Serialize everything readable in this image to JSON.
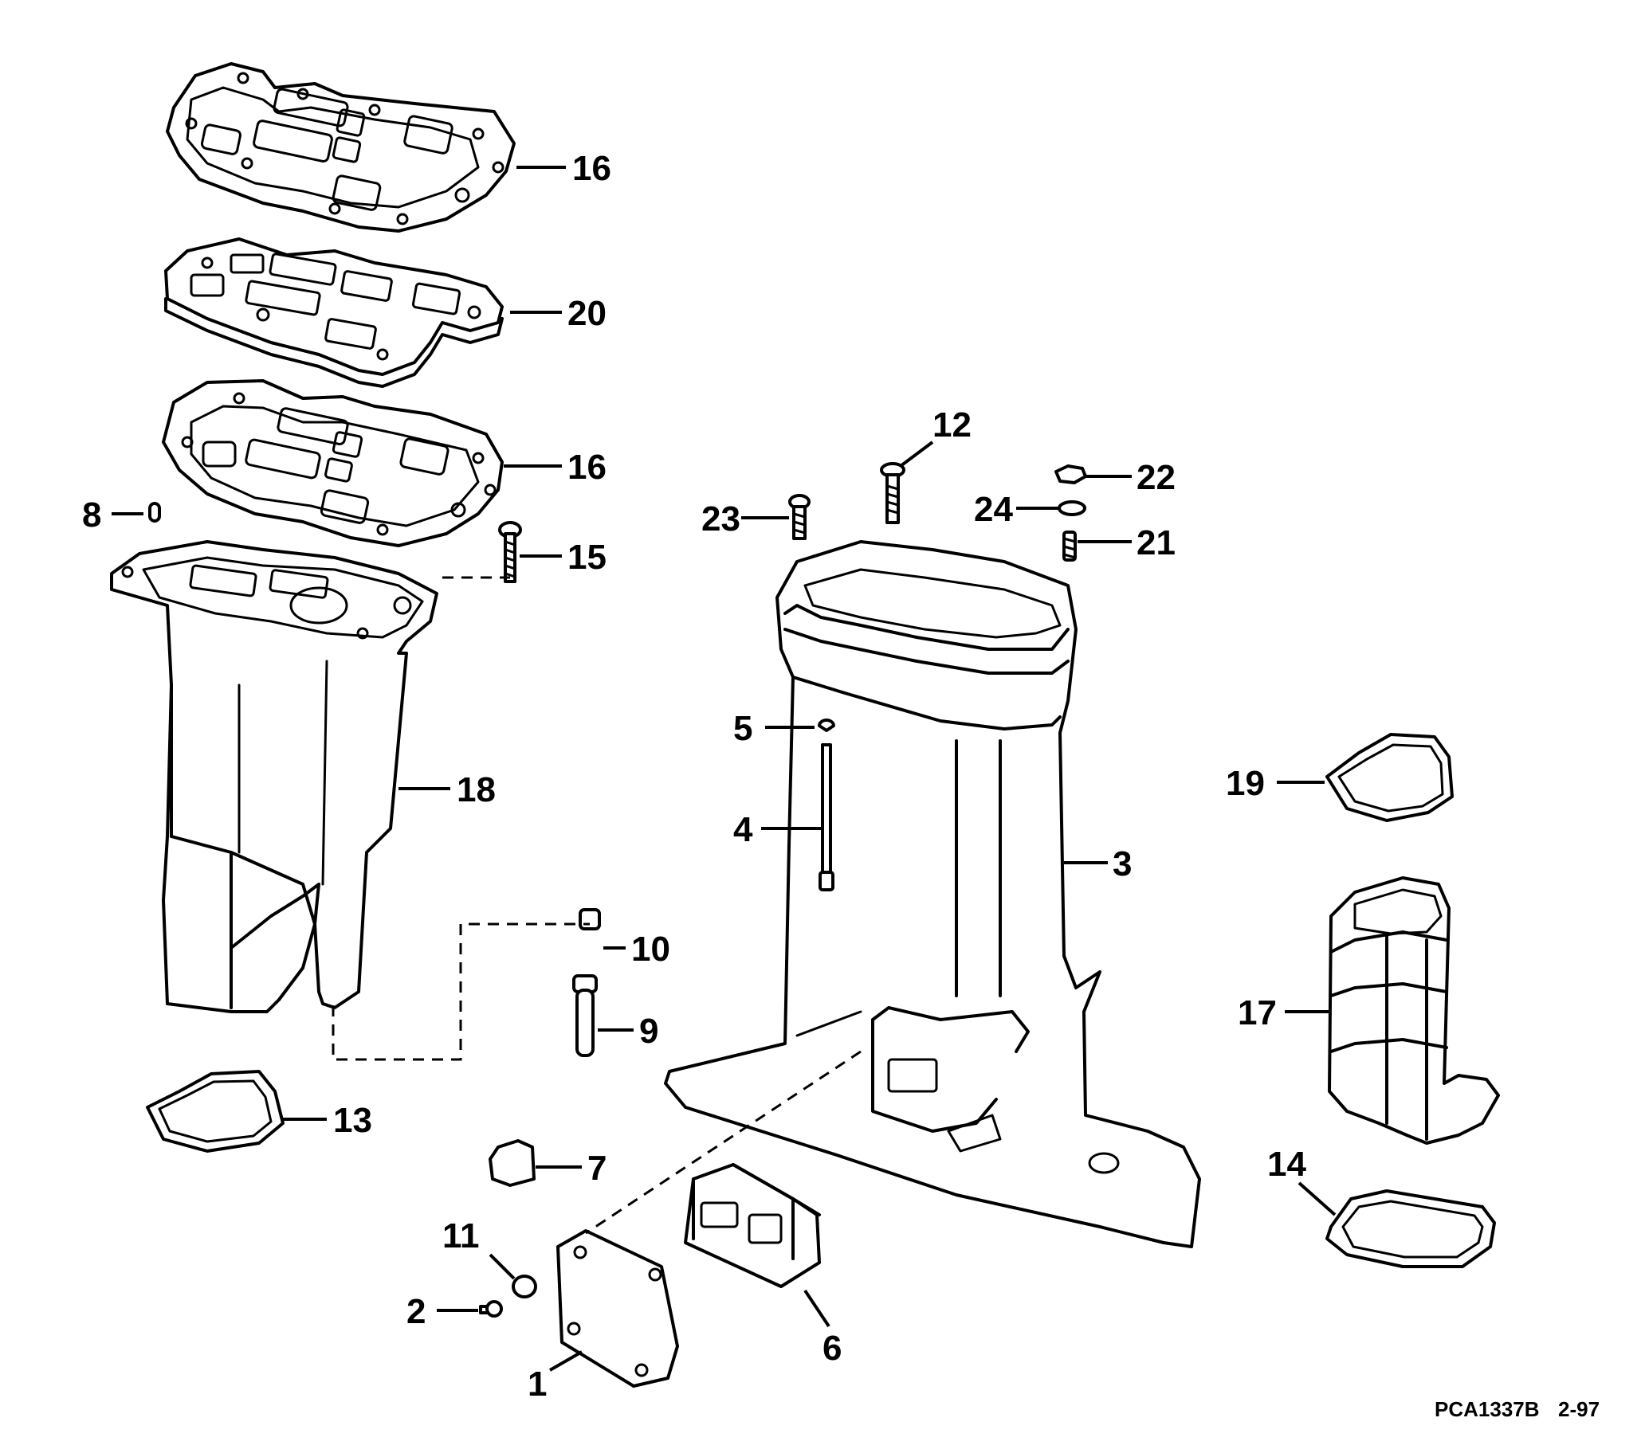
{
  "parts": [
    {
      "id": "p16a",
      "number": "16"
    },
    {
      "id": "p20",
      "number": "20"
    },
    {
      "id": "p16b",
      "number": "16"
    },
    {
      "id": "p8",
      "number": "8"
    },
    {
      "id": "p15",
      "number": "15"
    },
    {
      "id": "p18",
      "number": "18"
    },
    {
      "id": "p12",
      "number": "12"
    },
    {
      "id": "p22",
      "number": "22"
    },
    {
      "id": "p23",
      "number": "23"
    },
    {
      "id": "p24",
      "number": "24"
    },
    {
      "id": "p21",
      "number": "21"
    },
    {
      "id": "p5",
      "number": "5"
    },
    {
      "id": "p4",
      "number": "4"
    },
    {
      "id": "p3",
      "number": "3"
    },
    {
      "id": "p19",
      "number": "19"
    },
    {
      "id": "p10",
      "number": "10"
    },
    {
      "id": "p9",
      "number": "9"
    },
    {
      "id": "p17",
      "number": "17"
    },
    {
      "id": "p13",
      "number": "13"
    },
    {
      "id": "p7",
      "number": "7"
    },
    {
      "id": "p14",
      "number": "14"
    },
    {
      "id": "p11",
      "number": "11"
    },
    {
      "id": "p2",
      "number": "2"
    },
    {
      "id": "p6",
      "number": "6"
    },
    {
      "id": "p1",
      "number": "1"
    }
  ],
  "footer": {
    "code": "PCA1337B",
    "date": "2-97"
  }
}
